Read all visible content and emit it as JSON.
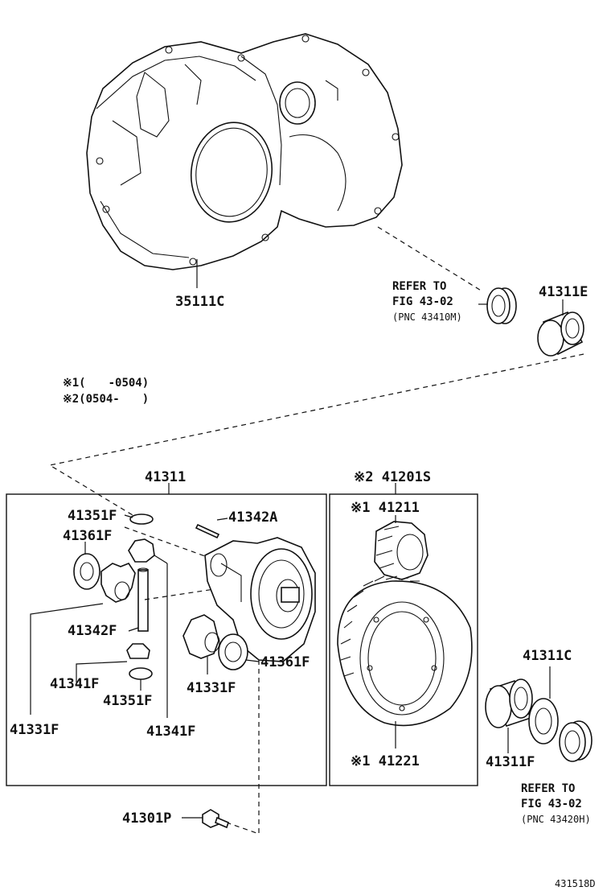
{
  "labels": {
    "case": "35111C",
    "refer_top_1": "REFER TO",
    "refer_top_2": "FIG 43-02",
    "refer_top_3": "(PNC 43410M)",
    "bearing_top": "41311E",
    "note_1": "※1(　　-0504)",
    "note_2": "※2(0504-　　)",
    "diff_case_group": "41311",
    "gear_kit": "※2 41201S",
    "washer_top": "41351F",
    "pin_a": "41342A",
    "thrust_washer_left": "41361F",
    "shaft": "41342F",
    "pinion_bottom": "41341F",
    "washer_bottom": "41351F",
    "side_gear_left": "41331F",
    "pinion_right": "41341F",
    "side_gear_right": "41331F",
    "thrust_washer_right": "41361F",
    "drive_pinion": "※1 41211",
    "ring_gear": "※1 41221",
    "shim_right": "41311C",
    "bearing_right": "41311F",
    "refer_bottom_1": "REFER TO",
    "refer_bottom_2": "FIG 43-02",
    "refer_bottom_3": "(PNC 43420H)",
    "bolt": "41301P",
    "diagram_id": "431518D"
  },
  "icons": [
    "transaxle-case-icon",
    "oil-seal-icon",
    "bearing-icon",
    "differential-case-icon",
    "ring-gear-icon",
    "pinion-gear-icon",
    "bolt-icon"
  ]
}
